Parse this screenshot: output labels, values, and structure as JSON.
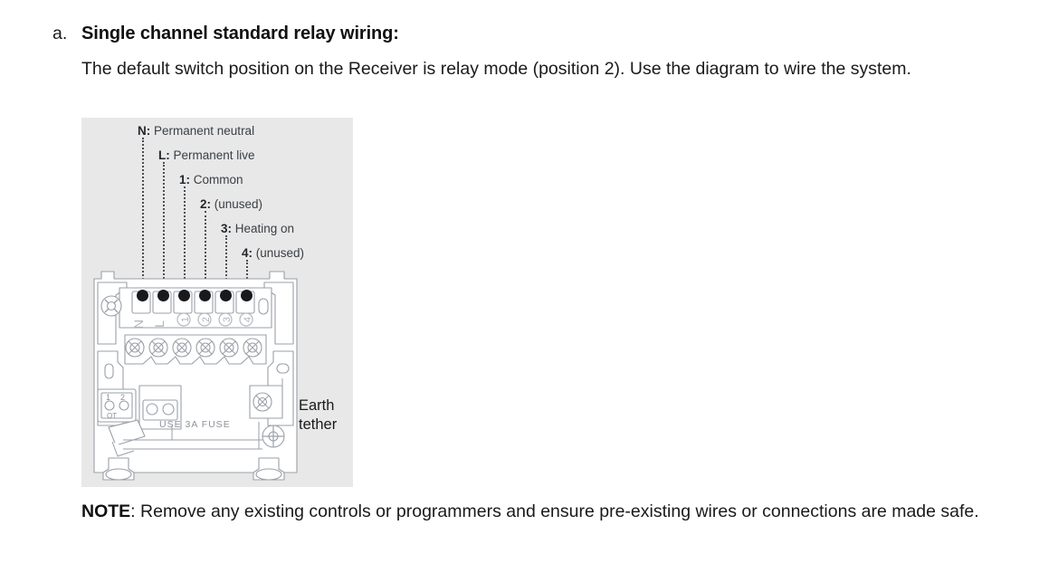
{
  "list": {
    "marker": "a.",
    "heading": "Single channel standard relay wiring:",
    "paragraph": "The default switch position on the Receiver is relay mode (position 2). Use the diagram to wire the system."
  },
  "note": {
    "label": "NOTE",
    "separator": ": ",
    "text": "Remove any existing controls or programmers and ensure pre-existing wires or connections are made safe."
  },
  "figure": {
    "name": "single-channel-relay-wiring-diagram",
    "background_color": "#e8e8e8",
    "callouts": [
      {
        "key": "N:",
        "text": " Permanent neutral"
      },
      {
        "key": "L:",
        "text": " Permanent live"
      },
      {
        "key": "1:",
        "text": " Common"
      },
      {
        "key": "2:",
        "text": " (unused)"
      },
      {
        "key": "3:",
        "text": " Heating on"
      },
      {
        "key": "4:",
        "text": " (unused)"
      }
    ],
    "terminal_labels": [
      "N",
      "L",
      "1",
      "2",
      "3",
      "4"
    ],
    "fuse_text": "USE 3A FUSE",
    "switch": {
      "position_1": "1",
      "position_2": "2",
      "off_label": "OT"
    },
    "earth": {
      "line1": "Earth",
      "line2": "tether"
    }
  }
}
